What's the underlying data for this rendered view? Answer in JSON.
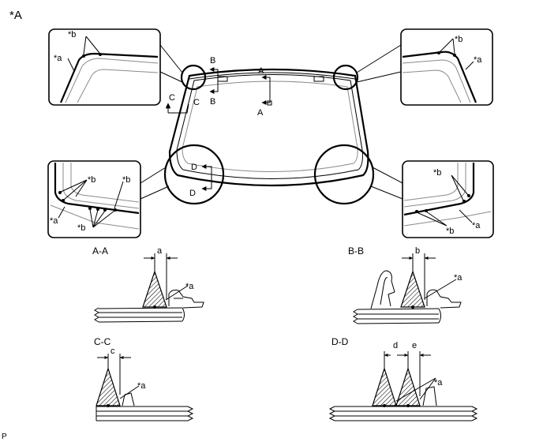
{
  "figure_label": "*A",
  "corner_label": "P",
  "labels": {
    "a": "*a",
    "b": "*b"
  },
  "section_markers": {
    "A": "A",
    "B": "B",
    "C": "C",
    "D": "D"
  },
  "sections": {
    "aa": {
      "title": "A-A",
      "dimension": "a"
    },
    "bb": {
      "title": "B-B",
      "dimension": "b"
    },
    "cc": {
      "title": "C-C",
      "dimension": "c"
    },
    "dd": {
      "title": "D-D",
      "dimension_1": "d",
      "dimension_2": "e"
    }
  }
}
